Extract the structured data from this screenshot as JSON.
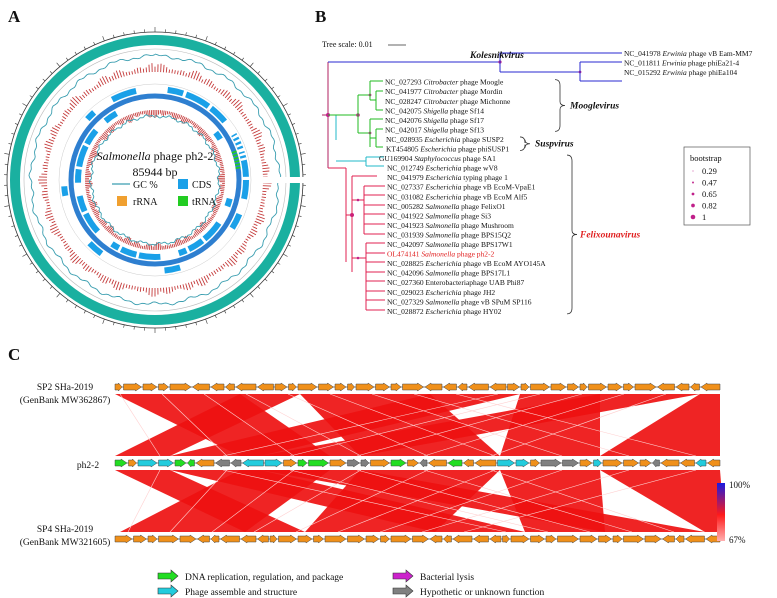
{
  "panel_labels": {
    "a": "A",
    "b": "B",
    "c": "C"
  },
  "panel_a": {
    "genome_name": "Salmonella",
    "genome_name_rest": " phage ph2-2",
    "genome_size": "85944 bp",
    "legend": {
      "gc": "GC %",
      "cds": "CDS",
      "rrna": "rRNA",
      "trna": "tRNA"
    },
    "colors": {
      "outer_ring": "#1ab0a0",
      "gc_line": "#3a9eb0",
      "skew": "#c43a3a",
      "cds": "#1aa0e8",
      "backbone": "#2e7fd0",
      "rrna": "#f0a030",
      "trna": "#22cc22"
    }
  },
  "panel_b": {
    "scale_label": "Tree scale: 0.01",
    "legend_title": "bootstrap",
    "bootstrap_values": [
      "0.29",
      "0.47",
      "0.65",
      "0.82",
      "1"
    ],
    "leaves": [
      {
        "acc": "NC_041978",
        "genus": "Erwinia",
        "rest": "phage vB Eam-MM7",
        "highlight": false
      },
      {
        "acc": "NC_011811",
        "genus": "Erwinia",
        "rest": "phage phiEa21-4",
        "highlight": false
      },
      {
        "acc": "NC_015292",
        "genus": "Erwinia",
        "rest": "phage phiEa104",
        "highlight": false
      },
      {
        "acc": "NC_027293",
        "genus": "Citrobacter",
        "rest": "phage Moogle",
        "highlight": false
      },
      {
        "acc": "NC_041977",
        "genus": "Citrobacter",
        "rest": "phage Mordin",
        "highlight": false
      },
      {
        "acc": "NC_028247",
        "genus": "Citrobacter",
        "rest": "phage Michonne",
        "highlight": false
      },
      {
        "acc": "NC_042075",
        "genus": "Shigella",
        "rest": "phage Sf14",
        "highlight": false
      },
      {
        "acc": "NC_042076",
        "genus": "Shigella",
        "rest": "phage Sf17",
        "highlight": false
      },
      {
        "acc": "NC_042017",
        "genus": "Shigella",
        "rest": "phage Sf13",
        "highlight": false
      },
      {
        "acc": "NC_028935",
        "genus": "Escherichia",
        "rest": "phage SUSP2",
        "highlight": false
      },
      {
        "acc": "KT454805",
        "genus": "Escherichia",
        "rest": "phage phiSUSP1",
        "highlight": false
      },
      {
        "acc": "GU169904",
        "genus": "Staphylococcus",
        "rest": "phage SA1",
        "highlight": false
      },
      {
        "acc": "NC_012749",
        "genus": "Escherichia",
        "rest": "phage wV8",
        "highlight": false
      },
      {
        "acc": "NC_041979",
        "genus": "Escherichia",
        "rest": "typing phage 1",
        "highlight": false
      },
      {
        "acc": "NC_027337",
        "genus": "Escherichia",
        "rest": "phage vB EcoM-VpaE1",
        "highlight": false
      },
      {
        "acc": "NC_031082",
        "genus": "Escherichia",
        "rest": "phage vB EcoM Alf5",
        "highlight": false
      },
      {
        "acc": "NC_005282",
        "genus": "Salmonella",
        "rest": "phage FelixO1",
        "highlight": false
      },
      {
        "acc": "NC_041922",
        "genus": "Salmonella",
        "rest": "phage Si3",
        "highlight": false
      },
      {
        "acc": "NC_041923",
        "genus": "Salmonella",
        "rest": "phage Mushroom",
        "highlight": false
      },
      {
        "acc": "NC_031939",
        "genus": "Salmonella",
        "rest": "phage BPS15Q2",
        "highlight": false
      },
      {
        "acc": "NC_042097",
        "genus": "Salmonella",
        "rest": "phage BPS17W1",
        "highlight": false
      },
      {
        "acc": "OL474141",
        "genus": "Salmonella",
        "rest": "phage ph2-2",
        "highlight": true
      },
      {
        "acc": "NC_028825",
        "genus": "Escherichia",
        "rest": "phage vB EcoM AYO145A",
        "highlight": false
      },
      {
        "acc": "NC_042096",
        "genus": "Salmonella",
        "rest": "phage BPS17L1",
        "highlight": false
      },
      {
        "acc": "NC_027360",
        "genus": "",
        "rest": "Enterobacteriaphage UAB Phi87",
        "highlight": false
      },
      {
        "acc": "NC_029023",
        "genus": "Escherichia",
        "rest": "phage JH2",
        "highlight": false
      },
      {
        "acc": "NC_027329",
        "genus": "Salmonella",
        "rest": "phage vB SPuM SP116",
        "highlight": false
      },
      {
        "acc": "NC_028872",
        "genus": "Escherichia",
        "rest": "phage HY02",
        "highlight": false
      }
    ],
    "clades": [
      {
        "name": "Kolesnikvirus",
        "color": "#111111"
      },
      {
        "name": "Mooglevirus",
        "color": "#111111"
      },
      {
        "name": "Suspvirus",
        "color": "#111111"
      },
      {
        "name": "Felixounavirus",
        "color": "#e02020"
      }
    ],
    "colors": {
      "kolesnik": "#2a2ad0",
      "moogle": "#22bb22",
      "susp": "#22b8c8",
      "felix": "#e02050",
      "root": "#b02060",
      "bootstrap_dot": "#c0208a",
      "highlight": "#e02020"
    }
  },
  "panel_c": {
    "tracks": [
      {
        "name": "SP2 SHa-2019",
        "sub": "(GenBank MW362867)"
      },
      {
        "name": "ph2-2",
        "sub": ""
      },
      {
        "name": "SP4 SHa-2019",
        "sub": "(GenBank MW321605)"
      }
    ],
    "identity_scale": {
      "max": "100%",
      "min": "67%"
    },
    "legend": {
      "dna": "DNA replication, regulation, and package",
      "phage": "Phage assemble and structure",
      "lysis": "Bacterial lysis",
      "hypo": "Hypothetic or unknown function"
    },
    "colors": {
      "dna": "#22dd22",
      "phage": "#22ccdd",
      "lysis": "#cc22cc",
      "hypo": "#808080",
      "default": "#f0901a",
      "synteny": "#ee1111"
    }
  }
}
